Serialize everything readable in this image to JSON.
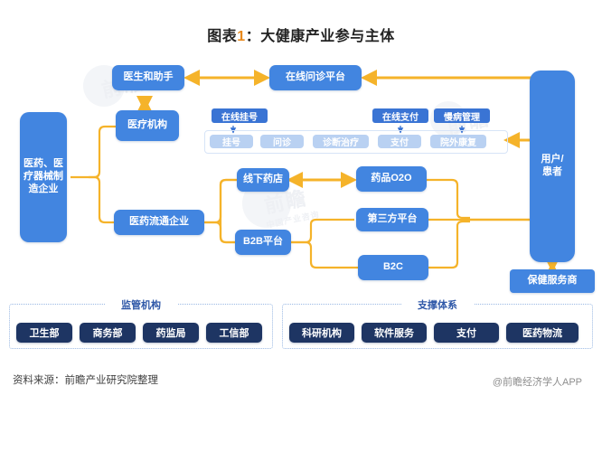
{
  "title": {
    "prefix": "图表",
    "num": "1",
    "suffix": "：大健康产业参与主体"
  },
  "diagram": {
    "manufacturer": "医药、医疗器械制造企业",
    "medical_institution": "医疗机构",
    "distribution_enterprise": "医药流通企业",
    "doctor_assistant": "医生和助手",
    "online_consult_platform": "在线问诊平台",
    "offline_pharmacy": "线下药店",
    "b2b_platform": "B2B平台",
    "drug_o2o": "药品O2O",
    "third_party_platform": "第三方平台",
    "b2c": "B2C",
    "user_patient": "用户/\n患者",
    "user_patient_line1": "用户/",
    "user_patient_line2": "患者",
    "health_service_provider": "保健服务商",
    "tags": [
      {
        "label": "在线挂号"
      },
      {
        "label": "在线支付"
      },
      {
        "label": "慢病管理"
      }
    ],
    "steps": [
      {
        "label": "挂号"
      },
      {
        "label": "问诊"
      },
      {
        "label": "诊断治疗"
      },
      {
        "label": "支付"
      },
      {
        "label": "院外康复"
      }
    ]
  },
  "panels": [
    {
      "title": "监管机构",
      "items": [
        {
          "label": "卫生部"
        },
        {
          "label": "商务部"
        },
        {
          "label": "药监局"
        },
        {
          "label": "工信部"
        }
      ]
    },
    {
      "title": "支撑体系",
      "items": [
        {
          "label": "科研机构"
        },
        {
          "label": "软件服务"
        },
        {
          "label": "支付"
        },
        {
          "label": "医药物流"
        }
      ]
    }
  ],
  "footer": {
    "source": "资料来源：前瞻产业研究院整理",
    "attribution": "@前瞻经济学人APP"
  },
  "watermark": {
    "brand": "前瞻",
    "sub": "中国产业咨询"
  },
  "colors": {
    "box_blue": "#4285e0",
    "tag_blue": "#3a74d4",
    "step_blue": "#b9d1f2",
    "navy": "#1e3563",
    "arrow_orange": "#f5b32a",
    "title_accent": "#e8891c",
    "panel_title": "#2f58a8"
  }
}
